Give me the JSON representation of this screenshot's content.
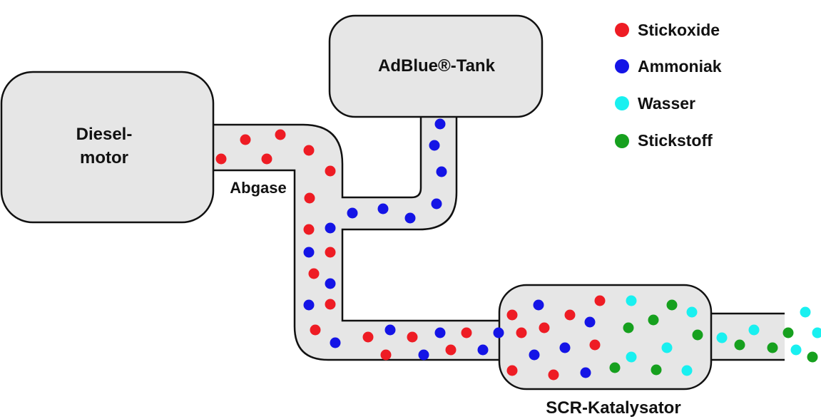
{
  "colors": {
    "component_fill": "#e6e6e6",
    "component_stroke": "#111111",
    "pipe_fill": "#e6e6e6",
    "stickoxide": "#ee1c24",
    "ammoniak": "#1414e6",
    "wasser": "#19f0f0",
    "stickstoff": "#16a01e"
  },
  "labels": {
    "engine_line1": "Diesel-",
    "engine_line2": "motor",
    "tank": "AdBlue®-Tank",
    "exhaust": "Abgase",
    "catalyst": "SCR-Katalysator"
  },
  "legend": [
    {
      "label": "Stickoxide",
      "color_key": "stickoxide"
    },
    {
      "label": "Ammoniak",
      "color_key": "ammoniak"
    },
    {
      "label": "Wasser",
      "color_key": "wasser"
    },
    {
      "label": "Stickstoff",
      "color_key": "stickstoff"
    }
  ]
}
